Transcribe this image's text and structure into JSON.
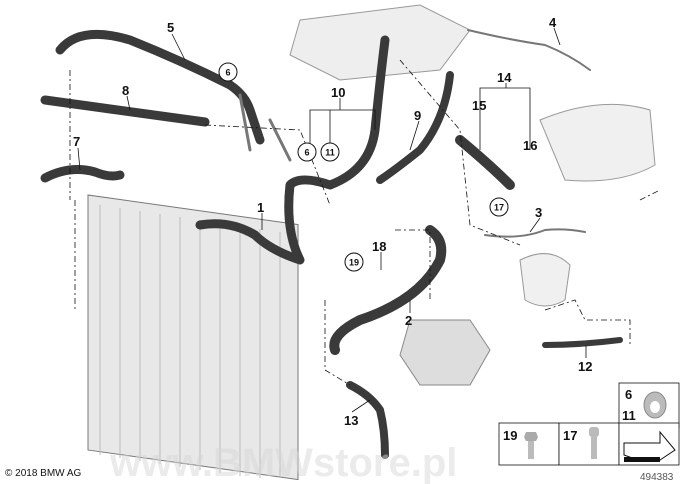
{
  "diagram": {
    "copyright": "© 2018 BMW AG",
    "diagram_number": "494383",
    "watermark": "www.BMWstore.pl",
    "part_labels": {
      "p1": "1",
      "p2": "2",
      "p3": "3",
      "p4": "4",
      "p5": "5",
      "p7": "7",
      "p8": "8",
      "p9": "9",
      "p10": "10",
      "p12": "12",
      "p13": "13",
      "p14": "14",
      "p15": "15",
      "p16": "16",
      "p18": "18"
    },
    "circled_labels": {
      "c6a": "6",
      "c6b": "6",
      "c11": "11",
      "c17": "17",
      "c19": "19"
    },
    "legend": {
      "clip_top": "6",
      "clip_bottom": "11",
      "bolt_a": "19",
      "bolt_b": "17"
    }
  }
}
